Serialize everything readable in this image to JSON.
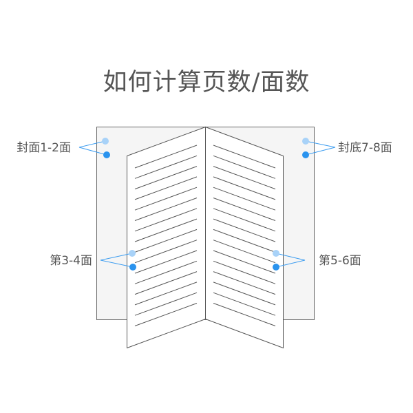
{
  "title": "如何计算页数/面数",
  "labels": {
    "cover_front": "封面1-2面",
    "cover_back": "封底7-8面",
    "inner_left": "第3-4面",
    "inner_right": "第5-6面"
  },
  "colors": {
    "text": "#555555",
    "cover_fill": "#f5f5f5",
    "outline": "#555555",
    "connector": "#3b9cf0",
    "dot_front": "#a8d2f8",
    "dot_back": "#2a93ee"
  }
}
